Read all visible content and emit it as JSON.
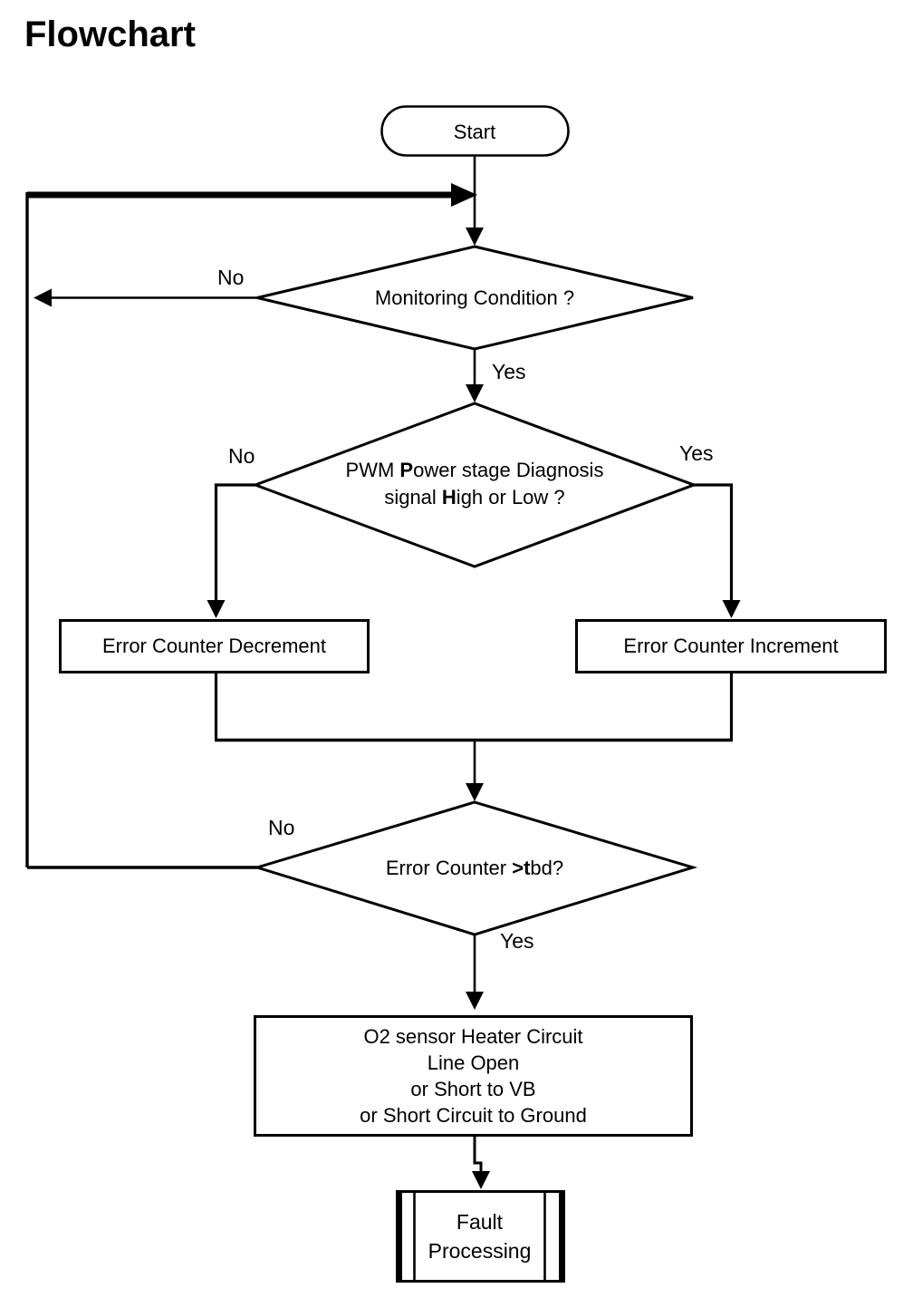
{
  "page": {
    "title": "Flowchart"
  },
  "colors": {
    "background": "#ffffff",
    "line": "#000000",
    "text": "#000000"
  },
  "nodes": {
    "start": {
      "type": "terminator",
      "label": "Start"
    },
    "d1": {
      "type": "decision",
      "label": "Monitoring Condition ?"
    },
    "d2": {
      "type": "decision",
      "l1a": "PWM ",
      "l1b": "P",
      "l1c": "ower stage Diagnosis",
      "l2a": "signal ",
      "l2b": "H",
      "l2c": "igh or Low ?"
    },
    "decrement": {
      "type": "process",
      "label": "Error Counter Decrement"
    },
    "increment": {
      "type": "process",
      "label": "Error Counter Increment"
    },
    "d3": {
      "type": "decision",
      "la": "Error Counter ",
      "lb": ">t",
      "lc": "bd?"
    },
    "fault_detail": {
      "type": "process",
      "lines": [
        "O2 sensor Heater Circuit",
        "Line Open",
        "or Short to VB",
        "or Short Circuit to Ground"
      ]
    },
    "fault_processing": {
      "type": "predefined-process",
      "lines": [
        "Fault",
        "Processing"
      ]
    }
  },
  "edges": {
    "d1_no": "No",
    "d1_yes": "Yes",
    "d2_no": "No",
    "d2_yes": "Yes",
    "d3_no": "No",
    "d3_yes": "Yes"
  }
}
